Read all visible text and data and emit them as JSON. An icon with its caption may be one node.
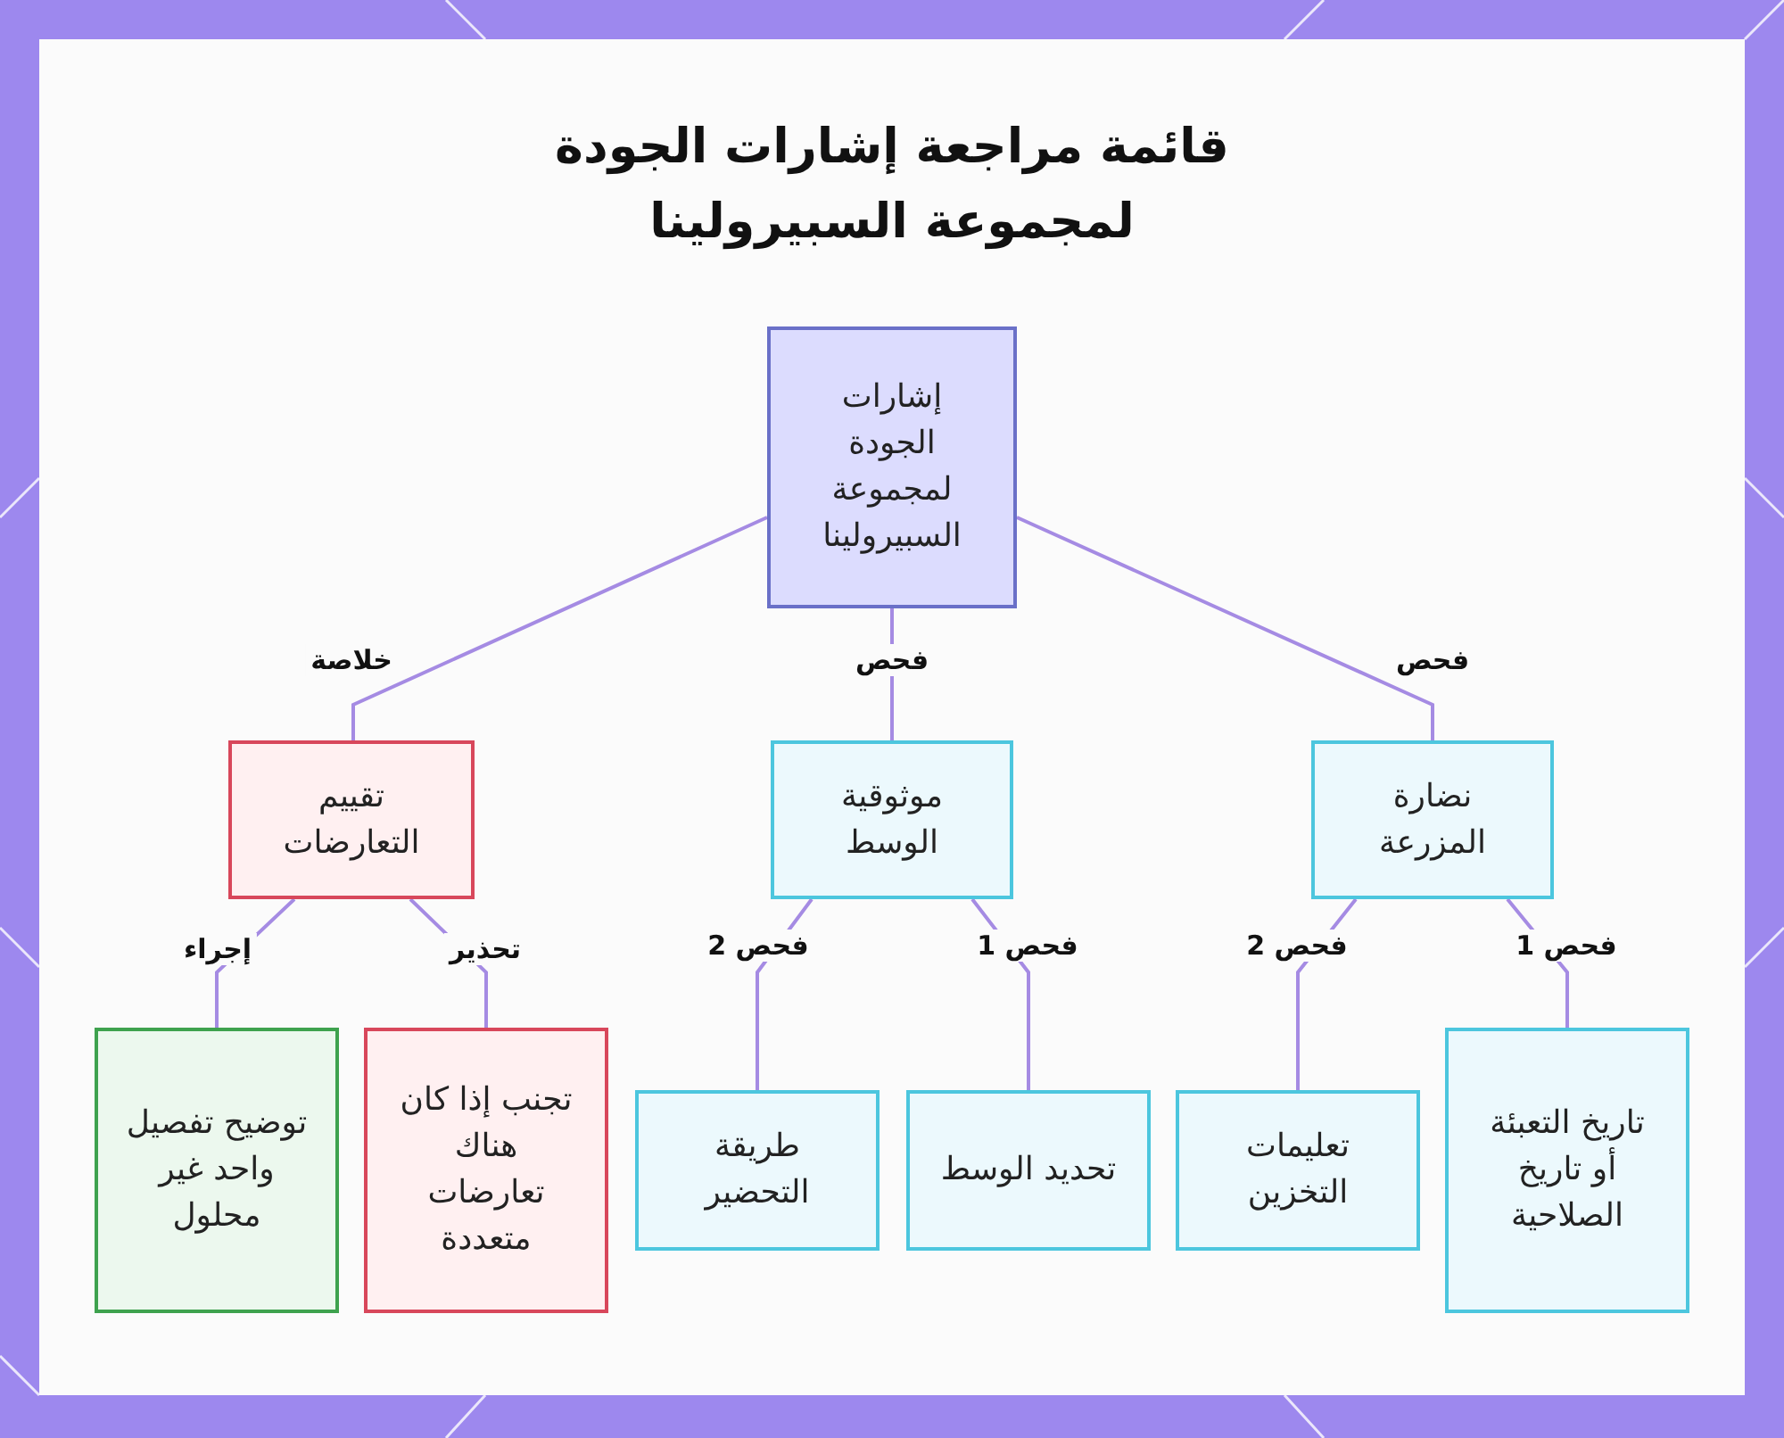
{
  "diagram": {
    "title": "قائمة مراجعة إشارات الجودة لمجموعة السبيرولينا",
    "nodes": [
      {
        "text": [
          "إشارات الجودة لمجموعة السبيرولينا"
        ]
      },
      {
        "text": [
          "تقييم التعارضات"
        ]
      },
      {
        "text": [
          "موثوقية الوسط"
        ]
      },
      {
        "text": [
          "نضارة المزرعة"
        ]
      },
      {
        "text": [
          "توضيح تفصيل واحد غير محلول"
        ]
      },
      {
        "text": [
          "تجنب إذا كان هناك تعارضات متعددة"
        ]
      },
      {
        "text": [
          "طريقة التحضير"
        ]
      },
      {
        "text": [
          "تحديد الوسط"
        ]
      },
      {
        "text": [
          "تعليمات التخزين"
        ]
      },
      {
        "text": [
          "تاريخ التعبئة أو تاريخ الصلاحية"
        ]
      }
    ],
    "edges": [
      {
        "from": 0,
        "to": 1,
        "arrow": "none",
        "label": "خلاصة"
      },
      {
        "from": 0,
        "to": 2,
        "arrow": "none",
        "label": "فحص"
      },
      {
        "from": 0,
        "to": 3,
        "arrow": "none",
        "label": "فحص"
      },
      {
        "from": 1,
        "to": 4,
        "arrow": "none",
        "label": "إجراء"
      },
      {
        "from": 1,
        "to": 5,
        "arrow": "none",
        "label": "تحذير"
      },
      {
        "from": 2,
        "to": 6,
        "arrow": "none",
        "label": "فحص 2"
      },
      {
        "from": 2,
        "to": 7,
        "arrow": "none",
        "label": "فحص 1"
      },
      {
        "from": 3,
        "to": 8,
        "arrow": "none",
        "label": "فحص 2"
      },
      {
        "from": 3,
        "to": 9,
        "arrow": "none",
        "label": "فحص 1"
      }
    ]
  }
}
